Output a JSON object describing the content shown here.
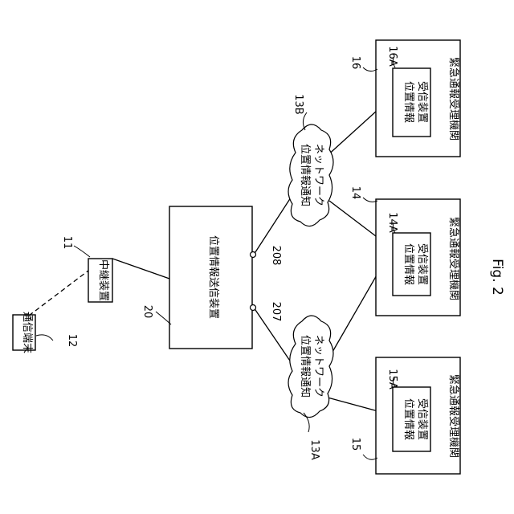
{
  "figure_label": "Fig. 2",
  "nodes": {
    "terminal": {
      "ref": "12",
      "label": "通信端末"
    },
    "relay": {
      "ref": "11",
      "label": "中継装置"
    },
    "sender": {
      "ref": "20",
      "label": "位置情報送信装置"
    },
    "port_a": {
      "ref": "207"
    },
    "port_b": {
      "ref": "208"
    },
    "network_a": {
      "ref": "13A",
      "label_top": "位置情報通知",
      "label_bottom": "ネットワーク"
    },
    "network_b": {
      "ref": "13B",
      "label_top": "位置情報通知",
      "label_bottom": "ネットワーク"
    },
    "agency_15": {
      "ref": "15",
      "label": "緊急通報受理機関",
      "inner_ref": "15A",
      "inner_top": "位置情報",
      "inner_bottom": "受信装置"
    },
    "agency_14": {
      "ref": "14",
      "label": "緊急通報受理機関",
      "inner_ref": "14A",
      "inner_top": "位置情報",
      "inner_bottom": "受信装置"
    },
    "agency_16": {
      "ref": "16",
      "label": "緊急通報受理機関",
      "inner_ref": "16A",
      "inner_top": "位置情報",
      "inner_bottom": "受信装置"
    }
  }
}
